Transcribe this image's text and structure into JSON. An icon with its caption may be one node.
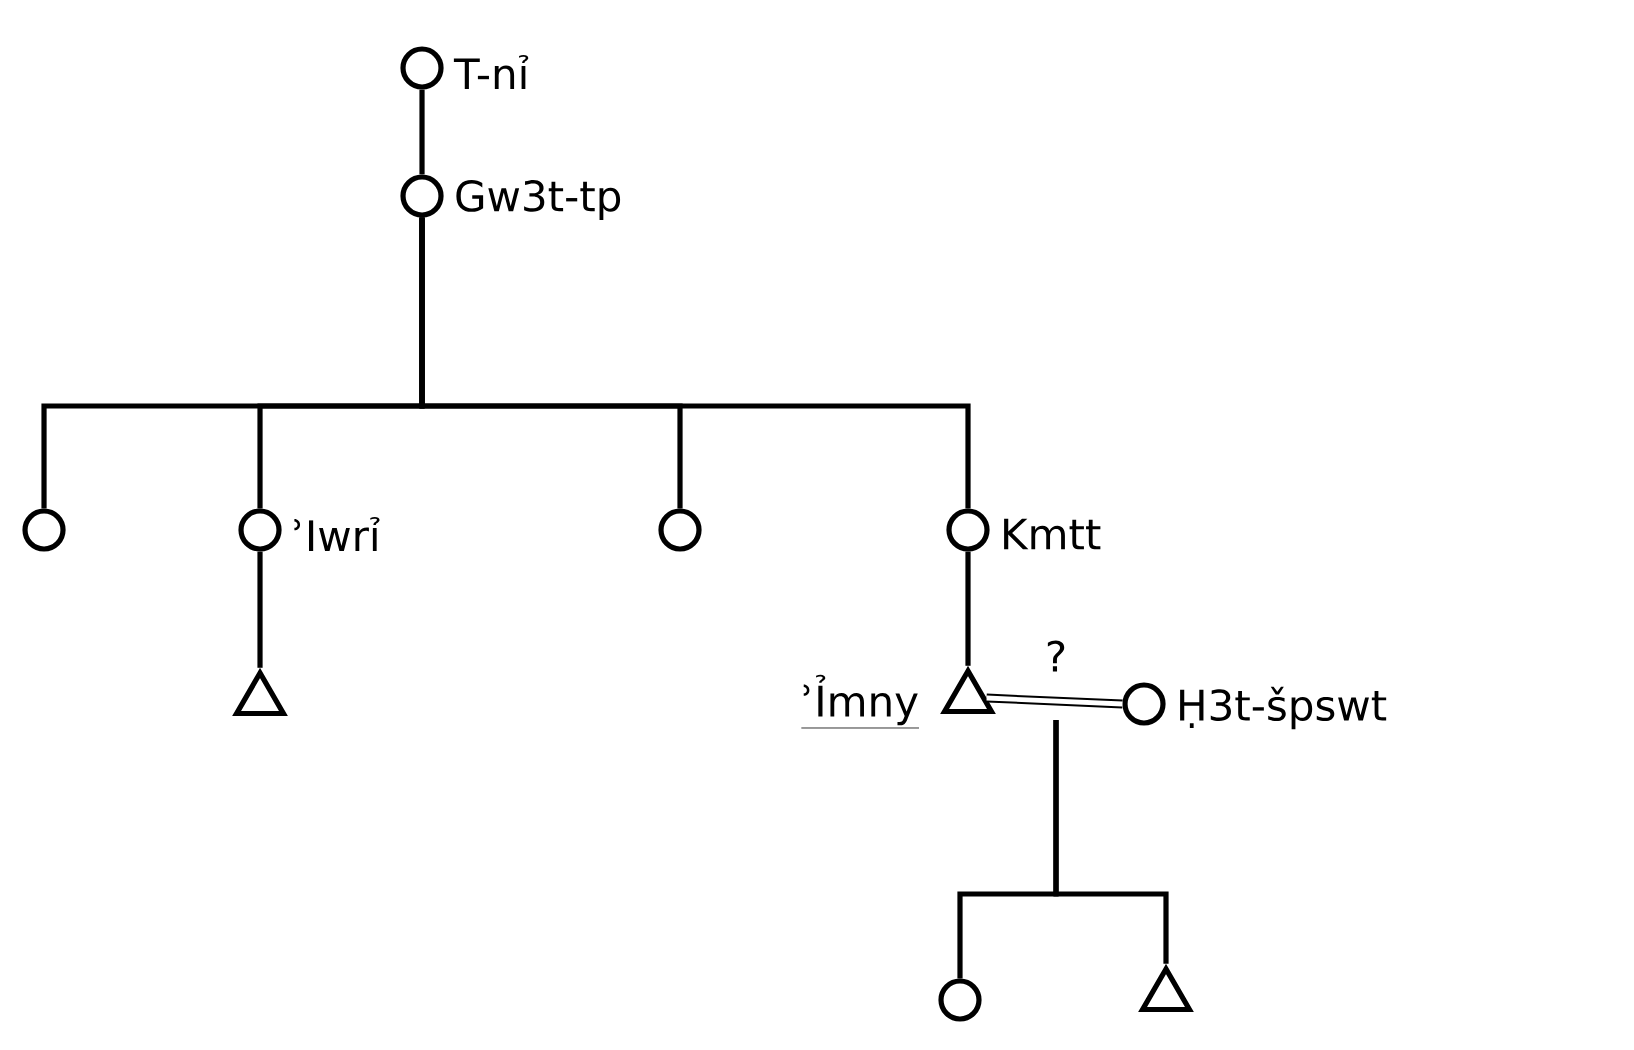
{
  "diagram": {
    "nodes": [
      {
        "text": [],
        "shape": "circle",
        "beside": [
          "T-nỉ"
        ]
      },
      {
        "text": [],
        "shape": "circle",
        "beside": [
          "Gw3t-tp"
        ]
      },
      {
        "text": [],
        "shape": "circle"
      },
      {
        "text": [],
        "shape": "circle",
        "beside": [
          "ʾIwrỉ"
        ]
      },
      {
        "text": [],
        "shape": "circle"
      },
      {
        "text": [],
        "shape": "circle",
        "beside": [
          "Kmtt"
        ]
      },
      {
        "text": [],
        "shape": "triangle"
      },
      {
        "text": [],
        "shape": "triangle",
        "beside": [
          "ʾỈmny"
        ]
      },
      {
        "text": [],
        "shape": "circle",
        "beside": [
          "Ḥ3t-špswt"
        ]
      },
      {
        "text": [],
        "shape": "circle"
      },
      {
        "text": [],
        "shape": "triangle"
      }
    ],
    "edges": [
      {
        "from": 0,
        "to": 1,
        "arrow": "none"
      },
      {
        "from": 1,
        "to": 2,
        "arrow": "none"
      },
      {
        "from": 1,
        "to": 3,
        "arrow": "none"
      },
      {
        "from": 1,
        "to": 4,
        "arrow": "none"
      },
      {
        "from": 1,
        "to": 5,
        "arrow": "none"
      },
      {
        "from": 3,
        "to": 6,
        "arrow": "none"
      },
      {
        "from": 5,
        "to": 7,
        "arrow": "none"
      },
      {
        "from": 7,
        "to": 8,
        "arrow": "none",
        "label": "?"
      },
      {
        "from": null,
        "to": 9,
        "arrow": "none"
      },
      {
        "from": null,
        "to": 10,
        "arrow": "none"
      }
    ]
  }
}
